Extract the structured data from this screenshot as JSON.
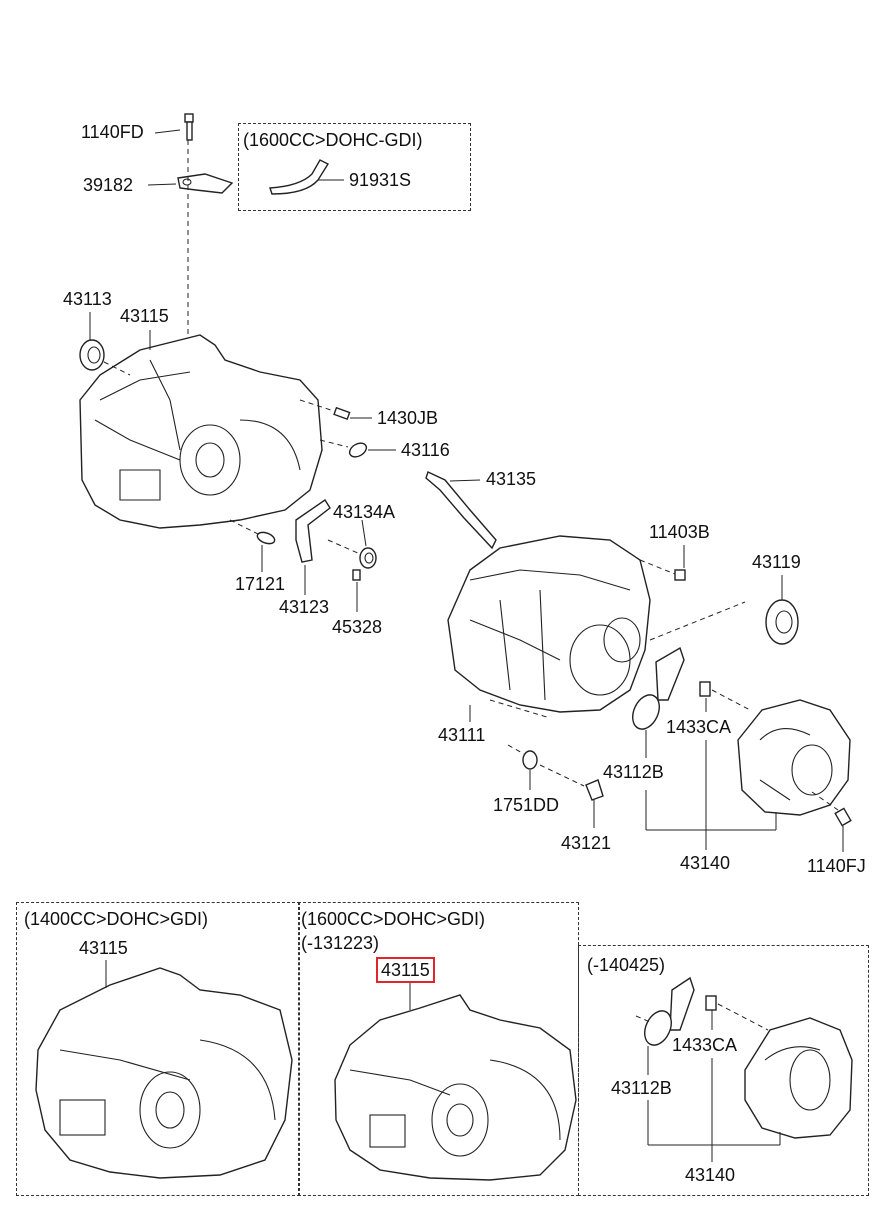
{
  "labels": {
    "p1140fd": "1140FD",
    "p39182": "39182",
    "variant_top": "(1600CC>DOHC-GDI)",
    "p91931s": "91931S",
    "p43113": "43113",
    "p43115_main": "43115",
    "p1430jb": "1430JB",
    "p43116": "43116",
    "p43135": "43135",
    "p43134a": "43134A",
    "p11403b": "11403B",
    "p43119": "43119",
    "p17121": "17121",
    "p43123": "43123",
    "p45328": "45328",
    "p43111": "43111",
    "p1433ca_main": "1433CA",
    "p43112b_main": "43112B",
    "p1751dd": "1751DD",
    "p43121": "43121",
    "p43140_main": "43140",
    "p1140fj": "1140FJ"
  },
  "panels": {
    "left": {
      "variant": "(1400CC>DOHC>GDI)",
      "part": "43115"
    },
    "middle": {
      "variant": "(1600CC>DOHC>GDI)",
      "range": "(-131223)",
      "part": "43115"
    },
    "right": {
      "range": "(-140425)",
      "p1433ca": "1433CA",
      "p43112b": "43112B",
      "p43140": "43140"
    }
  },
  "colors": {
    "line": "#222222",
    "highlight": "#e0262b",
    "background": "#ffffff"
  }
}
